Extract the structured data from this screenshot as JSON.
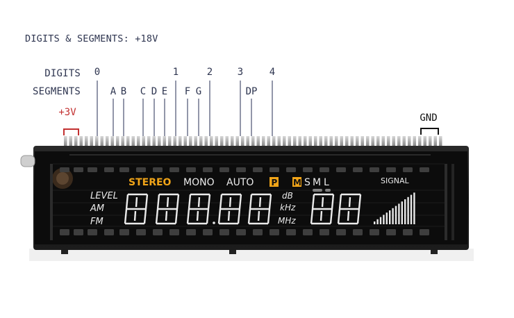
{
  "header": {
    "title": "DIGITS & SEGMENTS: +18V"
  },
  "labels": {
    "digits": "DIGITS",
    "segments": "SEGMENTS",
    "plus3v": "+3V",
    "gnd": "GND"
  },
  "digit_pins": [
    "0",
    "1",
    "2",
    "3",
    "4"
  ],
  "segment_pins": [
    "A",
    "B",
    "C",
    "D",
    "E",
    "F",
    "G",
    "DP"
  ],
  "display": {
    "indicators": {
      "stereo": "STEREO",
      "mono": "MONO",
      "auto": "AUTO",
      "p": "P",
      "m": "M",
      "s": "S",
      "m2": "M",
      "l": "L",
      "signal": "SIGNAL"
    },
    "left_labels": {
      "level": "LEVEL",
      "am": "AM",
      "fm": "FM"
    },
    "unit_labels": {
      "db": "dB",
      "khz": "kHz",
      "mhz": "MHz"
    },
    "colors": {
      "amber": "#f0a418",
      "segment": "#ebebeb",
      "glass": "#101010"
    }
  }
}
